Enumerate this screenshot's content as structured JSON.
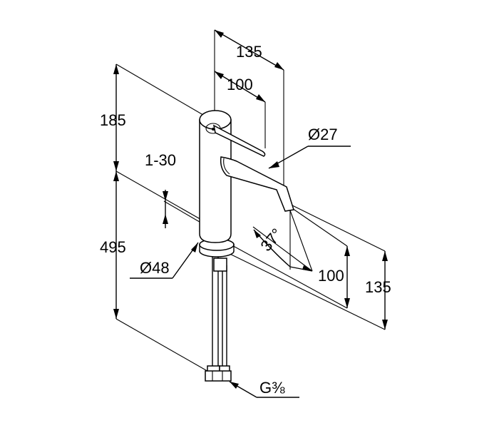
{
  "dimensions": {
    "top_135": "135",
    "top_100": "100",
    "height_185": "185",
    "range_1_30": "1-30",
    "diameter_27": "Ø27",
    "angle_37": "37°",
    "height_495": "495",
    "diameter_48": "Ø48",
    "right_100": "100",
    "right_135": "135",
    "thread": "G⅜"
  }
}
